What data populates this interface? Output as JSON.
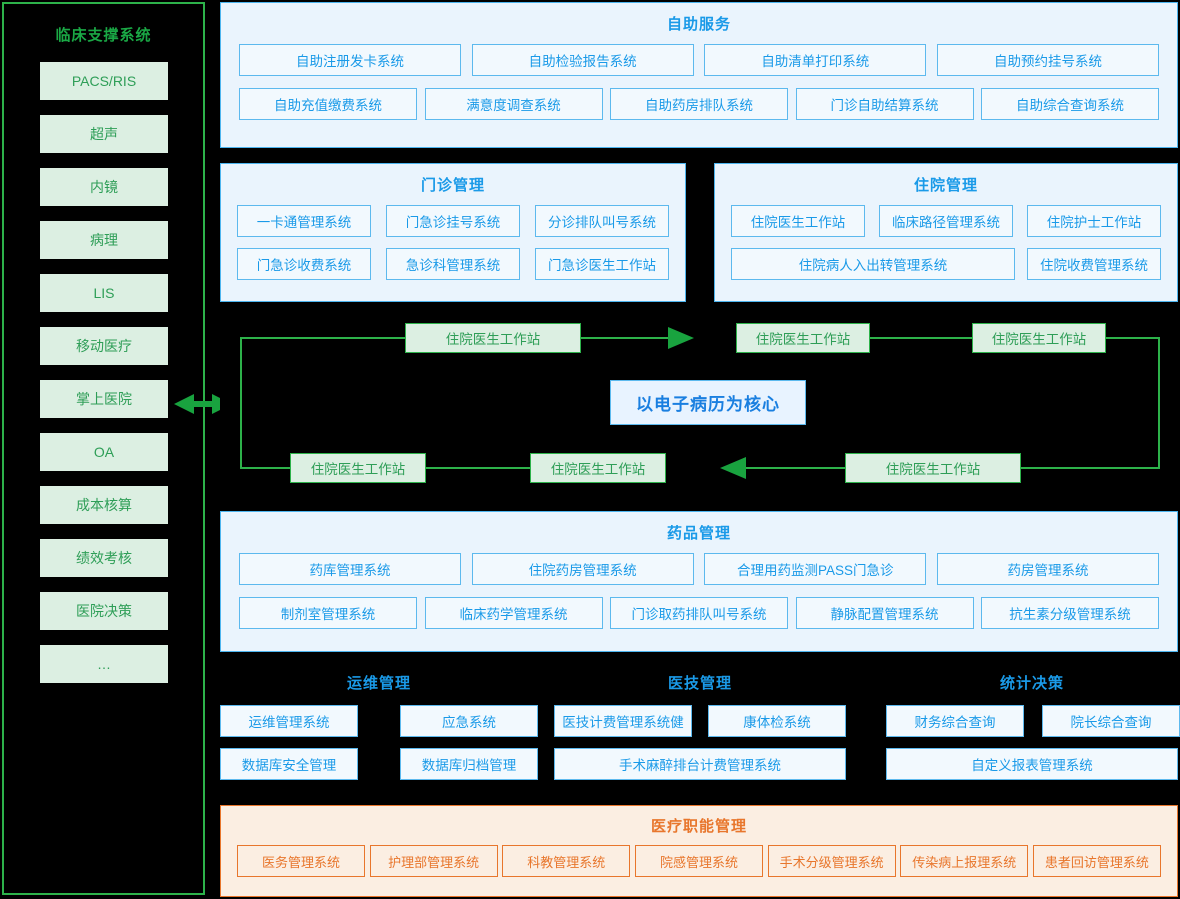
{
  "sidebar": {
    "title": "临床支撑系统",
    "items": [
      {
        "label": "PACS/RIS"
      },
      {
        "label": "超声"
      },
      {
        "label": "内镜"
      },
      {
        "label": "病理"
      },
      {
        "label": "LIS"
      },
      {
        "label": "移动医疗"
      },
      {
        "label": "掌上医院"
      },
      {
        "label": "OA"
      },
      {
        "label": "成本核算"
      },
      {
        "label": "绩效考核"
      },
      {
        "label": "医院决策"
      },
      {
        "label": "…"
      }
    ]
  },
  "connector": {
    "icon": "double-arrow-icon"
  },
  "self_service": {
    "title": "自助服务",
    "row1": [
      "自助注册发卡系统",
      "自助检验报告系统",
      "自助清单打印系统",
      "自助预约挂号系统"
    ],
    "row2": [
      "自助充值缴费系统",
      "满意度调查系统",
      "自助药房排队系统",
      "门诊自助结算系统",
      "自助综合查询系统"
    ]
  },
  "outpatient": {
    "title": "门诊管理",
    "row1": [
      "一卡通管理系统",
      "门急诊挂号系统",
      "分诊排队叫号系统"
    ],
    "row2": [
      "门急诊收费系统",
      "急诊科管理系统",
      "门急诊医生工作站"
    ]
  },
  "inpatient": {
    "title": "住院管理",
    "row1": [
      "住院医生工作站",
      "临床路径管理系统",
      "住院护士工作站"
    ],
    "row2": [
      "住院病人入出转管理系统",
      "住院收费管理系统"
    ]
  },
  "core_flow": {
    "core_label": "以电子病历为核心",
    "nodes": {
      "top_left": "住院医生工作站",
      "top_mid": "住院医生工作站",
      "top_right": "住院医生工作站",
      "bottom_left": "住院医生工作站",
      "bottom_mid": "住院医生工作站",
      "bottom_right": "住院医生工作站"
    },
    "arrows": [
      "arrow-right-icon",
      "arrow-left-icon"
    ]
  },
  "drug": {
    "title": "药品管理",
    "row1": [
      "药库管理系统",
      "住院药房管理系统",
      "合理用药监测PASS门急诊",
      "药房管理系统"
    ],
    "row2": [
      "制剂室管理系统",
      "临床药学管理系统",
      "门诊取药排队叫号系统",
      "静脉配置管理系统",
      "抗生素分级管理系统"
    ]
  },
  "ops": {
    "title": "运维管理",
    "row1": [
      "运维管理系统",
      "应急系统"
    ],
    "row2": [
      "数据库安全管理",
      "数据库归档管理"
    ]
  },
  "tech": {
    "title": "医技管理",
    "row1": [
      "医技计费管理系统健",
      "康体检系统"
    ],
    "row2": [
      "手术麻醉排台计费管理系统"
    ]
  },
  "stat": {
    "title": "统计决策",
    "row1": [
      "财务综合查询",
      "院长综合查询"
    ],
    "row2": [
      "自定义报表管理系统"
    ]
  },
  "medical_function": {
    "title": "医疗职能管理",
    "row1": [
      "医务管理系统",
      "护理部管理系统",
      "科教管理系统",
      "院感管理系统",
      "手术分级管理系统",
      "传染病上报理系统",
      "患者回访管理系统"
    ]
  },
  "colors": {
    "green": "#2db24a",
    "green_fill": "#dcefe2",
    "green_text": "#2e9e57",
    "blue": "#1a9ae8",
    "blue_border": "#5cb9ee",
    "blue_panel": "#eaf4fd",
    "blue_chip": "#f2f9fe",
    "orange": "#e8762c",
    "orange_fill": "#fbeee2",
    "background": "#000000"
  }
}
